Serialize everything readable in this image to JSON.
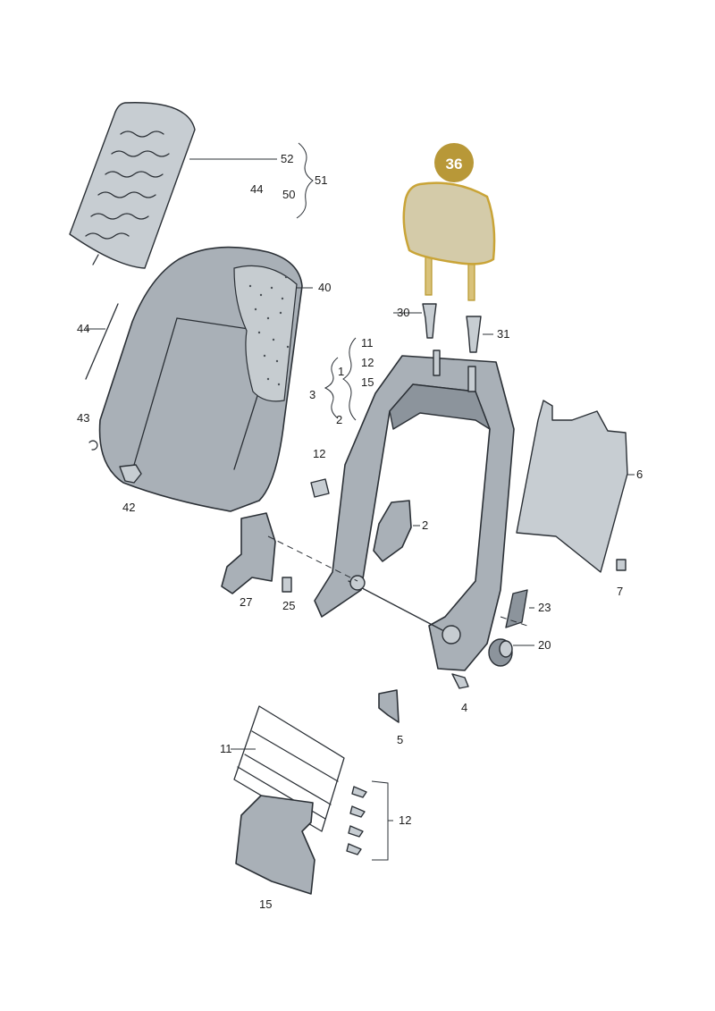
{
  "highlight": {
    "label": "36",
    "color": "#b89838"
  },
  "callouts": {
    "c52": "52",
    "c51": "51",
    "c50": "50",
    "c44a": "44",
    "c40": "40",
    "c44b": "44",
    "c43": "43",
    "c42": "42",
    "c30": "30",
    "c31": "31",
    "c11a": "11",
    "c1": "1",
    "c12a": "12",
    "c3": "3",
    "c15a": "15",
    "c2a": "2",
    "c12b": "12",
    "c2b": "2",
    "c6": "6",
    "c7": "7",
    "c27": "27",
    "c25": "25",
    "c23": "23",
    "c20": "20",
    "c4": "4",
    "c5": "5",
    "c11b": "11",
    "c12c": "12",
    "c15b": "15"
  },
  "icons": {
    "backrest_cover": "seat-backrest-cover",
    "heating_pad": "seat-heating-mat",
    "headrest": "headrest",
    "frame": "backrest-frame",
    "panel": "back-panel",
    "lumbar": "lumbar-support"
  }
}
